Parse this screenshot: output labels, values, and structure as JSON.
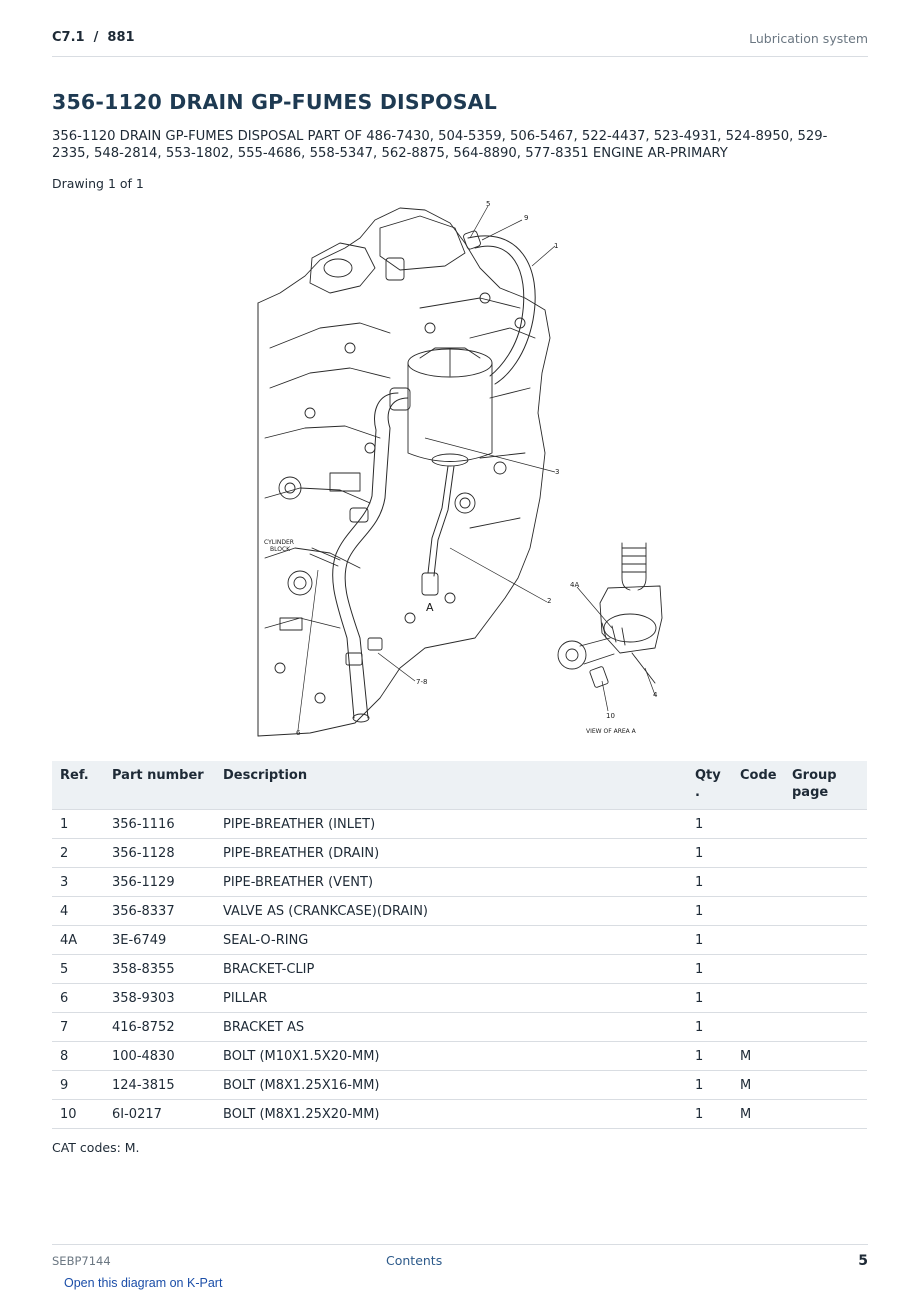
{
  "header": {
    "breadcrumb": "C7.1  /  881",
    "section": "Lubrication system"
  },
  "title": "356-1120 DRAIN GP-FUMES DISPOSAL",
  "subtitle": "356-1120 DRAIN GP-FUMES DISPOSAL PART OF 486-7430, 504-5359, 506-5467, 522-4437, 523-4931, 524-8950, 529-2335, 548-2814, 553-1802, 555-4686, 558-5347, 562-8875, 564-8890, 577-8351 ENGINE AR-PRIMARY",
  "drawing_label": "Drawing 1 of 1",
  "diagram": {
    "callouts": [
      "5",
      "9",
      "1",
      "3",
      "2",
      "4A",
      "4",
      "10",
      "7-8",
      "6"
    ],
    "block_label_1": "CYLINDER",
    "block_label_2": "BLOCK",
    "area_letter": "A",
    "view_caption": "VIEW OF AREA A"
  },
  "table": {
    "headers": [
      "Ref.",
      "Part number",
      "Description",
      "Qty\n.",
      "Code",
      "Group\npage"
    ],
    "rows": [
      [
        "1",
        "356-1116",
        "PIPE-BREATHER (INLET)",
        "1",
        "",
        ""
      ],
      [
        "2",
        "356-1128",
        "PIPE-BREATHER (DRAIN)",
        "1",
        "",
        ""
      ],
      [
        "3",
        "356-1129",
        "PIPE-BREATHER (VENT)",
        "1",
        "",
        ""
      ],
      [
        "4",
        "356-8337",
        "VALVE AS (CRANKCASE)(DRAIN)",
        "1",
        "",
        ""
      ],
      [
        "4A",
        "3E-6749",
        "SEAL-O-RING",
        "1",
        "",
        ""
      ],
      [
        "5",
        "358-8355",
        "BRACKET-CLIP",
        "1",
        "",
        ""
      ],
      [
        "6",
        "358-9303",
        "PILLAR",
        "1",
        "",
        ""
      ],
      [
        "7",
        "416-8752",
        "BRACKET AS",
        "1",
        "",
        ""
      ],
      [
        "8",
        "100-4830",
        "BOLT (M10X1.5X20-MM)",
        "1",
        "M",
        ""
      ],
      [
        "9",
        "124-3815",
        "BOLT (M8X1.25X16-MM)",
        "1",
        "M",
        ""
      ],
      [
        "10",
        "6I-0217",
        "BOLT (M8X1.25X20-MM)",
        "1",
        "M",
        ""
      ]
    ]
  },
  "cat_codes": "CAT codes: M.",
  "footer": {
    "doc_id": "SEBP7144",
    "contents_link": "Contents",
    "page": "5"
  },
  "kpart_link": "Open this diagram on K-Part",
  "colors": {
    "title": "#1e3a52",
    "muted": "#6b7782",
    "link": "#2d5a8a",
    "kpart_link": "#1b4ea8",
    "table_header_bg": "#edf1f4",
    "rule": "#d9dde2"
  }
}
